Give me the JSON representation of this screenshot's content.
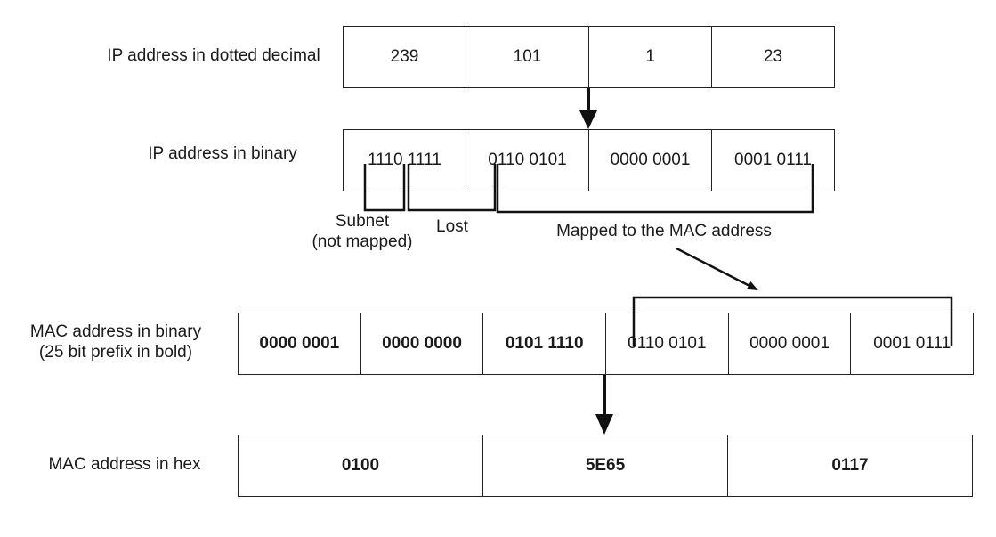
{
  "rows": {
    "ip_decimal": {
      "label": "IP address in dotted decimal",
      "cells": [
        "239",
        "101",
        "1",
        "23"
      ]
    },
    "ip_binary": {
      "label": "IP address in binary",
      "cells": [
        "1110 1111",
        "0110 0101",
        "0000 0001",
        "0001 0111"
      ]
    },
    "mac_binary": {
      "label_line1": "MAC address in binary",
      "label_line2": "(25 bit prefix in bold)",
      "cells": [
        "0000 0001",
        "0000 0000",
        "0101 1110",
        "0110 0101",
        "0000 0001",
        "0001 0111"
      ]
    },
    "mac_hex": {
      "label": "MAC address in hex",
      "cells": [
        "0100",
        "5E65",
        "0117"
      ]
    }
  },
  "annotations": {
    "subnet_line1": "Subnet",
    "subnet_line2": "(not mapped)",
    "lost": "Lost",
    "mapped": "Mapped to the MAC address"
  }
}
